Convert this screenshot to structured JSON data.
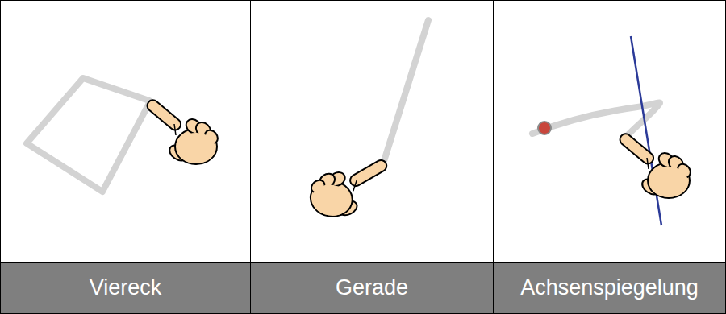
{
  "diagram": {
    "labels": [
      "Viereck",
      "Gerade",
      "Achsenspiegelung"
    ]
  }
}
